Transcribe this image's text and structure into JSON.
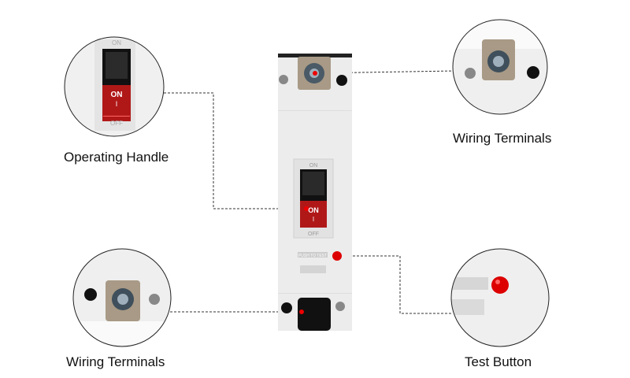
{
  "labels": {
    "operating_handle": "Operating Handle",
    "wiring_top": "Wiring Terminals",
    "wiring_bottom": "Wiring Terminals",
    "test_button": "Test Button"
  },
  "breaker": {
    "on_text": "ON",
    "on_mark": "I",
    "off_text": "OFF",
    "test_text": "PUSH TO TEST"
  },
  "colors": {
    "handle_red": "#b01818",
    "indicator_red": "#e00000",
    "leader": "#333333"
  }
}
